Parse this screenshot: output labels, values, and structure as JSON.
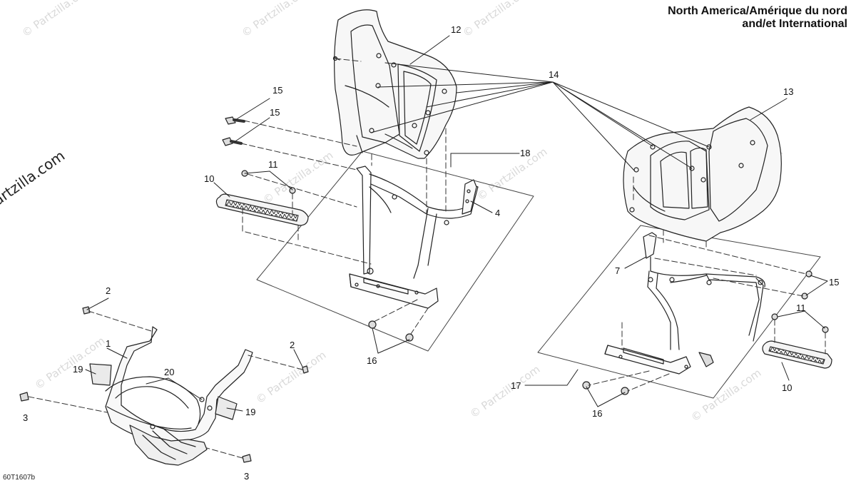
{
  "title": {
    "line1": "North America/Amérique du nord",
    "line2": "and/et International"
  },
  "watermark": "© Partzilla.com",
  "diagram_code": "60T1607b",
  "callouts": {
    "c1": "1",
    "c2a": "2",
    "c2b": "2",
    "c3a": "3",
    "c3b": "3",
    "c4": "4",
    "c7": "7",
    "c10a": "10",
    "c10b": "10",
    "c11a": "11",
    "c11b": "11",
    "c12": "12",
    "c13": "13",
    "c14": "14",
    "c15a": "15",
    "c15b": "15",
    "c15c": "15",
    "c16a": "16",
    "c16b": "16",
    "c17": "17",
    "c18": "18",
    "c19a": "19",
    "c19b": "19",
    "c20": "20"
  }
}
